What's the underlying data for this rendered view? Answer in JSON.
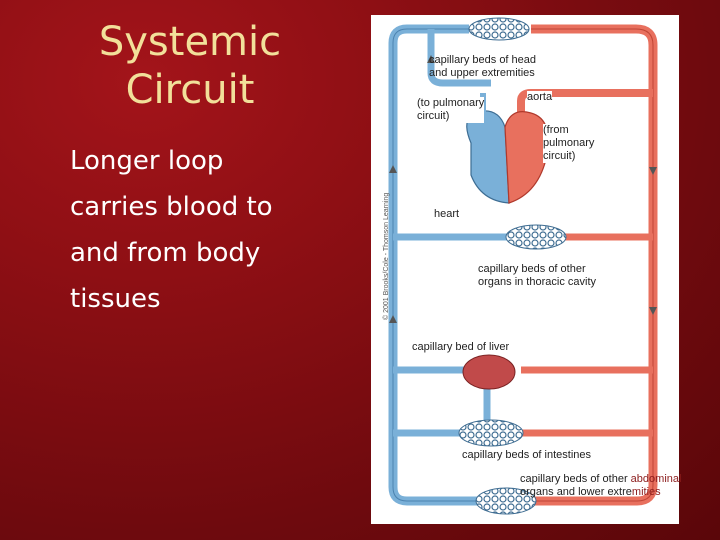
{
  "slide": {
    "title_line1": "Systemic",
    "title_line2": "Circuit",
    "body_lines": [
      "Longer loop",
      "carries blood to",
      "and from body",
      "tissues"
    ]
  },
  "diagram": {
    "labels": {
      "head_capillaries_1": "capillary beds of head",
      "head_capillaries_2": "and upper extremities",
      "aorta": "aorta",
      "to_pulmonary_1": "(to pulmonary",
      "to_pulmonary_2": "circuit)",
      "from_pulmonary_1": "(from",
      "from_pulmonary_2": "pulmonary",
      "from_pulmonary_3": "circuit)",
      "heart": "heart",
      "thoracic_1": "capillary beds of other",
      "thoracic_2": "organs in thoracic cavity",
      "liver": "capillary bed of liver",
      "intestines": "capillary beds of intestines",
      "lower_1a": "capillary beds of other",
      "lower_1b": " abdominal",
      "lower_2a": "organs and lower extre",
      "lower_2b": "mities"
    },
    "copyright": "© 2001 Brooks/Cole - Thomson Learning"
  },
  "colors": {
    "background": "#8e0f14",
    "title": "#f2e09a",
    "body_text": "#ffffff",
    "artery": "#e8705e",
    "vein": "#7ab0d8"
  }
}
